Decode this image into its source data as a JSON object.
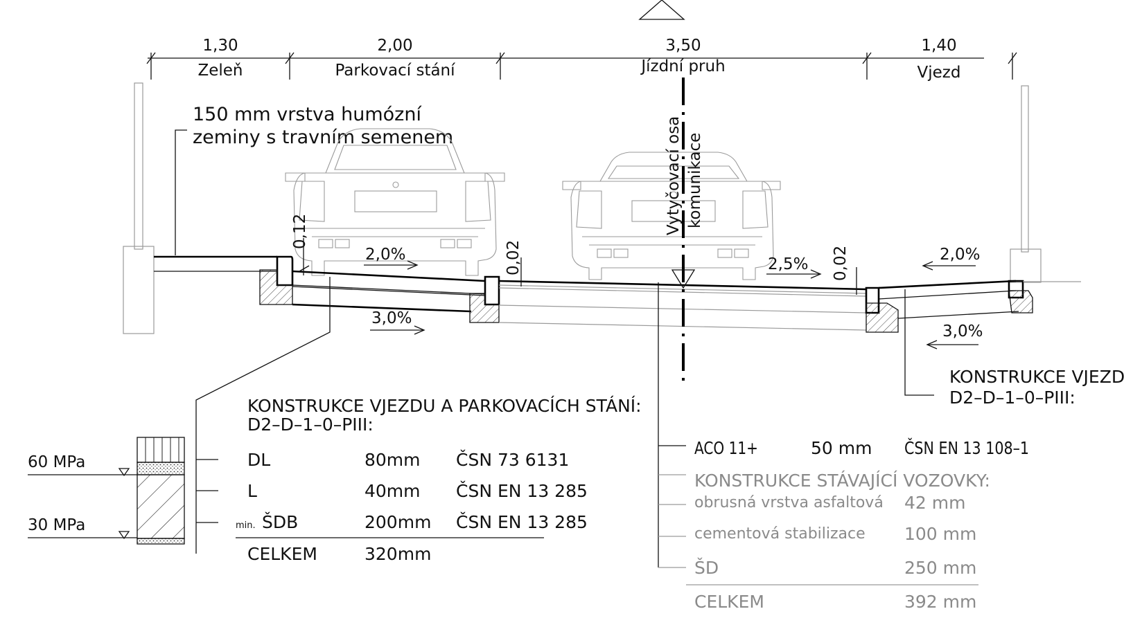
{
  "dimensions": [
    {
      "value": "1,30",
      "label": "Zeleň"
    },
    {
      "value": "2,00",
      "label": "Parkovací stání"
    },
    {
      "value": "3,50",
      "label": "Jízdní pruh"
    },
    {
      "value": "1,40",
      "label": "Vjezd"
    }
  ],
  "note_topsoil": [
    "150 mm vrstva humózní",
    "zeminy s travním semenem"
  ],
  "axis_label": [
    "Vytyčovací osa",
    "komunikace"
  ],
  "slopes": {
    "parking_top": "2,0%",
    "parking_bottom": "3,0%",
    "lane_top": "2,5%",
    "driveway_top": "2,0%",
    "driveway_bottom": "3,0%"
  },
  "heights": {
    "curb_left": "0,12",
    "step_mid": "0,02",
    "step_right": "0,02"
  },
  "driveway_construction": {
    "title": "KONSTRUKCE VJEZDU:",
    "code": "D2–D–1–0–PIII:"
  },
  "parking_construction": {
    "title": "KONSTRUKCE VJEZDU A PARKOVACÍCH STÁNÍ:",
    "code": "D2–D–1–0–PIII:",
    "layers": [
      {
        "prefix": "",
        "name": "DL",
        "thickness": "80mm",
        "norm": "ČSN 73 6131"
      },
      {
        "prefix": "",
        "name": "L",
        "thickness": "40mm",
        "norm": "ČSN EN 13 285"
      },
      {
        "prefix": "min.",
        "name": "ŠDB",
        "thickness": "200mm",
        "norm": "ČSN EN 13 285"
      }
    ],
    "total_label": "CELKEM",
    "total_value": "320mm"
  },
  "soil_moduli": [
    "60  MPa",
    "30  MPa"
  ],
  "new_surface": {
    "name": "ACO 11+",
    "thickness": "50 mm",
    "norm": "ČSN EN 13 108–1"
  },
  "existing_construction": {
    "title": "KONSTRUKCE STÁVAJÍCÍ VOZOVKY:",
    "layers": [
      {
        "name": "obrusná vrstva asfaltová",
        "thickness": "42 mm"
      },
      {
        "name": "cementová stabilizace",
        "thickness": "100 mm"
      },
      {
        "name": "ŠD",
        "thickness": "250 mm"
      }
    ],
    "total_label": "CELKEM",
    "total_value": "392  mm"
  }
}
